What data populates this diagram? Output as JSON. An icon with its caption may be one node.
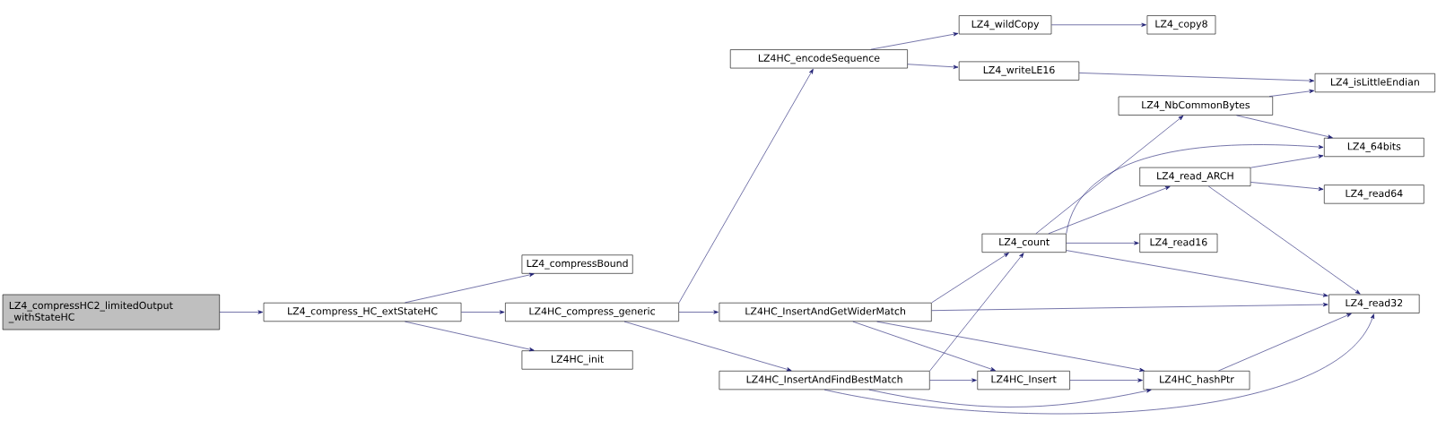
{
  "diagram": {
    "nodes": [
      {
        "text": [
          "LZ4_compressHC2_limitedOutput _withStateHC"
        ]
      },
      {
        "text": [
          "LZ4_compress_HC_extStateHC"
        ]
      },
      {
        "text": [
          "LZ4_compressBound"
        ]
      },
      {
        "text": [
          "LZ4HC_compress_generic"
        ]
      },
      {
        "text": [
          "LZ4HC_init"
        ]
      },
      {
        "text": [
          "LZ4HC_encodeSequence"
        ]
      },
      {
        "text": [
          "LZ4_wildCopy"
        ]
      },
      {
        "text": [
          "LZ4_copy8"
        ]
      },
      {
        "text": [
          "LZ4_writeLE16"
        ]
      },
      {
        "text": [
          "LZ4_isLittleEndian"
        ]
      },
      {
        "text": [
          "LZ4HC_InsertAndGetWiderMatch"
        ]
      },
      {
        "text": [
          "LZ4HC_InsertAndFindBestMatch"
        ]
      },
      {
        "text": [
          "LZ4_count"
        ]
      },
      {
        "text": [
          "LZ4_NbCommonBytes"
        ]
      },
      {
        "text": [
          "LZ4_64bits"
        ]
      },
      {
        "text": [
          "LZ4_read_ARCH"
        ]
      },
      {
        "text": [
          "LZ4_read64"
        ]
      },
      {
        "text": [
          "LZ4_read16"
        ]
      },
      {
        "text": [
          "LZ4HC_Insert"
        ]
      },
      {
        "text": [
          "LZ4HC_hashPtr"
        ]
      },
      {
        "text": [
          "LZ4_read32"
        ]
      }
    ],
    "edges": [
      {
        "from": 0,
        "to": 1,
        "arrow": "to"
      },
      {
        "from": 1,
        "to": 2,
        "arrow": "to"
      },
      {
        "from": 1,
        "to": 3,
        "arrow": "to"
      },
      {
        "from": 1,
        "to": 4,
        "arrow": "to"
      },
      {
        "from": 3,
        "to": 5,
        "arrow": "to"
      },
      {
        "from": 3,
        "to": 10,
        "arrow": "to"
      },
      {
        "from": 3,
        "to": 11,
        "arrow": "to"
      },
      {
        "from": 5,
        "to": 6,
        "arrow": "to"
      },
      {
        "from": 5,
        "to": 8,
        "arrow": "to"
      },
      {
        "from": 6,
        "to": 7,
        "arrow": "to"
      },
      {
        "from": 8,
        "to": 9,
        "arrow": "to"
      },
      {
        "from": 10,
        "to": 12,
        "arrow": "to"
      },
      {
        "from": 10,
        "to": 20,
        "arrow": "to"
      },
      {
        "from": 10,
        "to": 18,
        "arrow": "to"
      },
      {
        "from": 10,
        "to": 19,
        "arrow": "to"
      },
      {
        "from": 11,
        "to": 12,
        "arrow": "to"
      },
      {
        "from": 11,
        "to": 18,
        "arrow": "to"
      },
      {
        "from": 11,
        "to": 19,
        "arrow": "to"
      },
      {
        "from": 11,
        "to": 20,
        "arrow": "to"
      },
      {
        "from": 12,
        "to": 13,
        "arrow": "to"
      },
      {
        "from": 12,
        "to": 14,
        "arrow": "to"
      },
      {
        "from": 12,
        "to": 15,
        "arrow": "to"
      },
      {
        "from": 12,
        "to": 17,
        "arrow": "to"
      },
      {
        "from": 12,
        "to": 20,
        "arrow": "to"
      },
      {
        "from": 13,
        "to": 9,
        "arrow": "to"
      },
      {
        "from": 13,
        "to": 14,
        "arrow": "to"
      },
      {
        "from": 15,
        "to": 14,
        "arrow": "to"
      },
      {
        "from": 15,
        "to": 16,
        "arrow": "to"
      },
      {
        "from": 15,
        "to": 20,
        "arrow": "to"
      },
      {
        "from": 18,
        "to": 19,
        "arrow": "to"
      },
      {
        "from": 19,
        "to": 20,
        "arrow": "to"
      }
    ]
  }
}
